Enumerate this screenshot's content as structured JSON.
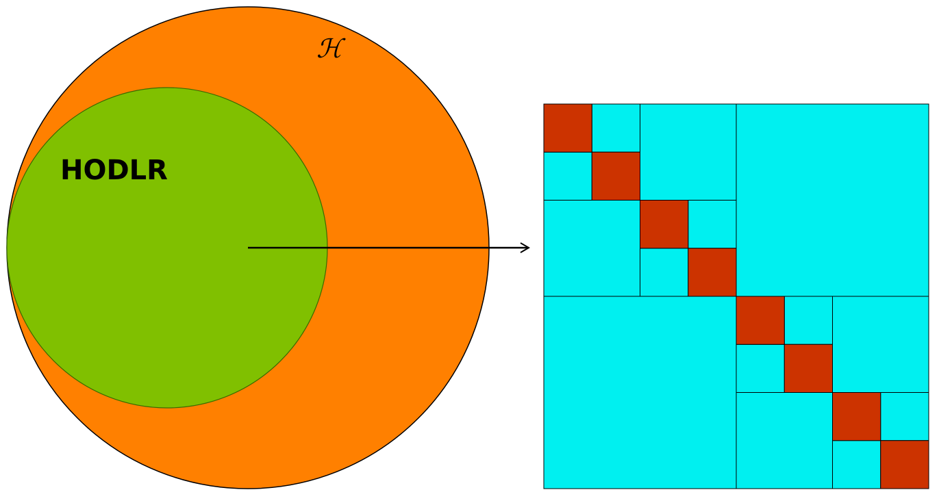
{
  "outer_set": {
    "label": "ℋ",
    "fill": "#ff8000",
    "stroke": "#000000"
  },
  "inner_set": {
    "label": "HODLR",
    "fill": "#80c000",
    "stroke": "#3a6b00"
  },
  "matrix": {
    "dense_block_color": "#cc3300",
    "low_rank_block_color": "#00f0f0",
    "border_color": "#000000",
    "levels": 3,
    "diagonal_blocks": 8
  }
}
